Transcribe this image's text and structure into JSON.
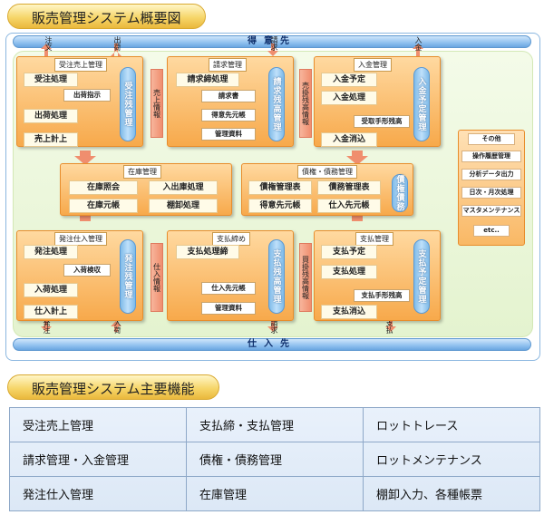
{
  "overview_title": "販売管理システム概要図",
  "functions_title": "販売管理システム主要機能",
  "pipes": {
    "customer": "得意先",
    "supplier": "仕入先"
  },
  "flow_labels": {
    "order_in": "注文",
    "ship_out": "出荷",
    "deposit_in": "入金",
    "invoice_out": "請求",
    "order_out": "発注",
    "receive_in": "入荷",
    "payment_out": "支払",
    "invoice_bottom": "請求"
  },
  "modules": {
    "sales": {
      "title": "受注売上管理",
      "steps": [
        "受注処理",
        "出荷処理",
        "売上計上"
      ],
      "sub": "出荷指示",
      "pill": "受注残管理"
    },
    "billing": {
      "title": "請求管理",
      "steps": [
        "請求締処理"
      ],
      "subs": [
        "請求書",
        "得意先元帳",
        "管理資料"
      ],
      "pill": "請求残高管理"
    },
    "receipt": {
      "title": "入金管理",
      "steps": [
        "入金予定",
        "入金処理",
        "入金消込"
      ],
      "sub": "受取手形残高",
      "pill": "入金予定管理"
    },
    "inventory": {
      "title": "在庫管理",
      "items": [
        "在庫照会",
        "入出庫処理",
        "在庫元帳",
        "棚卸処理"
      ]
    },
    "receivables": {
      "title": "債権・債務管理",
      "items": [
        "債権管理表",
        "債務管理表",
        "得意先元帳",
        "仕入先元帳"
      ],
      "pill": "債権債務"
    },
    "purchase": {
      "title": "発注仕入管理",
      "steps": [
        "発注処理",
        "入荷処理",
        "仕入計上"
      ],
      "sub": "入荷検収",
      "pill": "発注残管理"
    },
    "payment_close": {
      "title": "支払締め",
      "steps": [
        "支払処理締"
      ],
      "subs": [
        "仕入先元帳",
        "管理資料"
      ],
      "pill": "支払残高管理"
    },
    "payment": {
      "title": "支払管理",
      "steps": [
        "支払予定",
        "支払処理",
        "支払消込"
      ],
      "sub": "支払手形残高",
      "pill": "支払予定管理"
    }
  },
  "connectors": {
    "sales_info": "売上情報",
    "ar_balance": "売掛残高情報",
    "purchase_info": "仕入情報",
    "ap_balance": "買掛残高情報"
  },
  "others": {
    "title": "その他",
    "items": [
      "操作履歴管理",
      "分析データ出力",
      "日次・月次処理",
      "マスタメンテナンス",
      "etc.."
    ]
  },
  "functions_table": [
    [
      "受注売上管理",
      "支払締・支払管理",
      "ロットトレース"
    ],
    [
      "請求管理・入金管理",
      "債権・債務管理",
      "ロットメンテナンス"
    ],
    [
      "発注仕入管理",
      "在庫管理",
      "棚卸入力、各種帳票"
    ]
  ]
}
